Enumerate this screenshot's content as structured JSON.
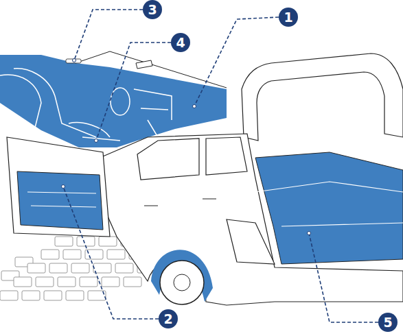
{
  "diagram": {
    "nodes": [
      {
        "text": [
          "3"
        ]
      },
      {
        "text": [
          "1"
        ]
      },
      {
        "text": [
          "4"
        ]
      },
      {
        "text": [
          "2"
        ]
      },
      {
        "text": [
          "5"
        ]
      }
    ]
  }
}
